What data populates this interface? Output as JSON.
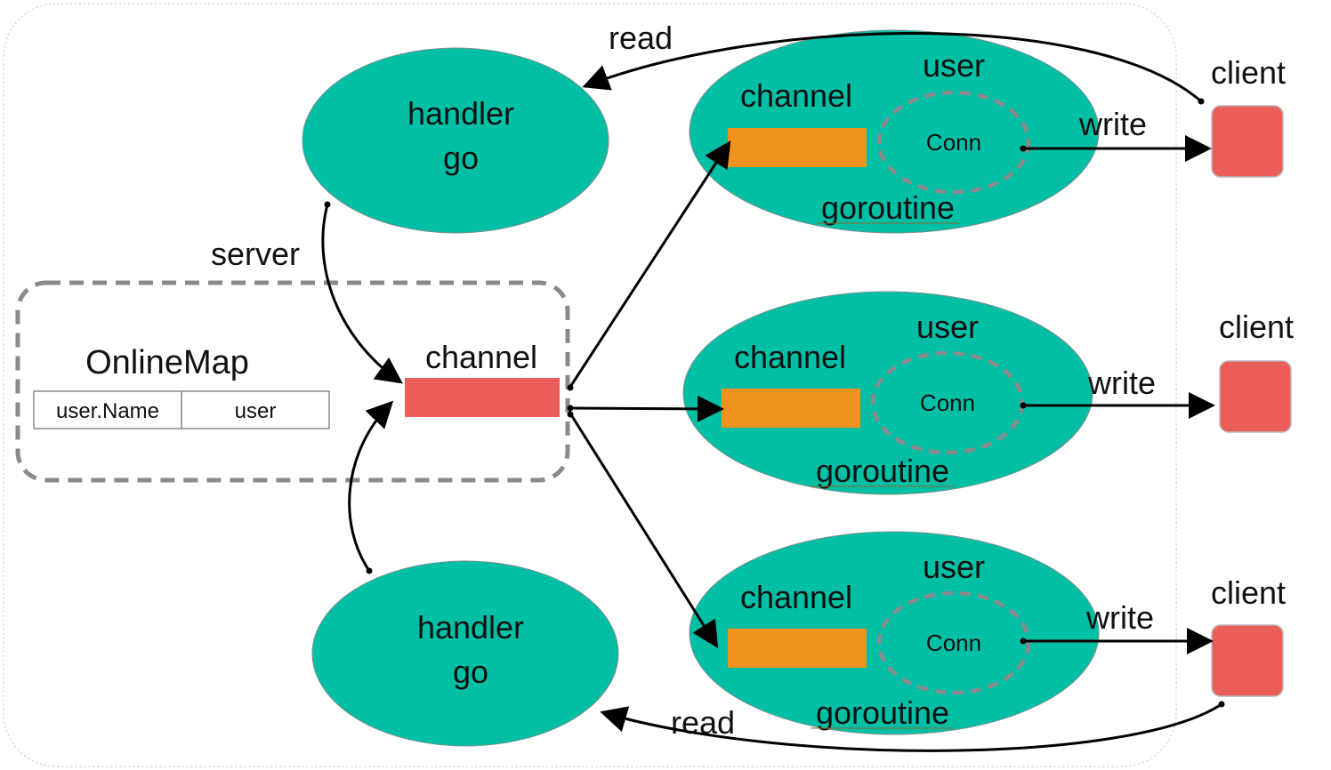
{
  "colors": {
    "ellipse": "#00BFA5",
    "queue_orange": "#F2921E",
    "queue_red": "#EB5D58",
    "client": "#EB5D58",
    "dashed": "#8A8A8A",
    "arrow": "#000000"
  },
  "online_map": {
    "title": "OnlineMap",
    "col_key": "user.Name",
    "col_value": "user"
  },
  "server": {
    "label": "server",
    "channel_label": "channel"
  },
  "handlers": [
    {
      "line1": "handler",
      "line2": "go"
    },
    {
      "line1": "handler",
      "line2": "go"
    }
  ],
  "users": [
    {
      "user_label": "user",
      "channel_label": "channel",
      "conn_label": "Conn",
      "goroutine_label": "goroutine",
      "write_label": "write",
      "client_label": "client"
    },
    {
      "user_label": "user",
      "channel_label": "channel",
      "conn_label": "Conn",
      "goroutine_label": "goroutine",
      "write_label": "write",
      "client_label": "client"
    },
    {
      "user_label": "user",
      "channel_label": "channel",
      "conn_label": "Conn",
      "goroutine_label": "goroutine",
      "write_label": "write",
      "client_label": "client"
    }
  ],
  "read_labels": [
    "read",
    "read"
  ]
}
